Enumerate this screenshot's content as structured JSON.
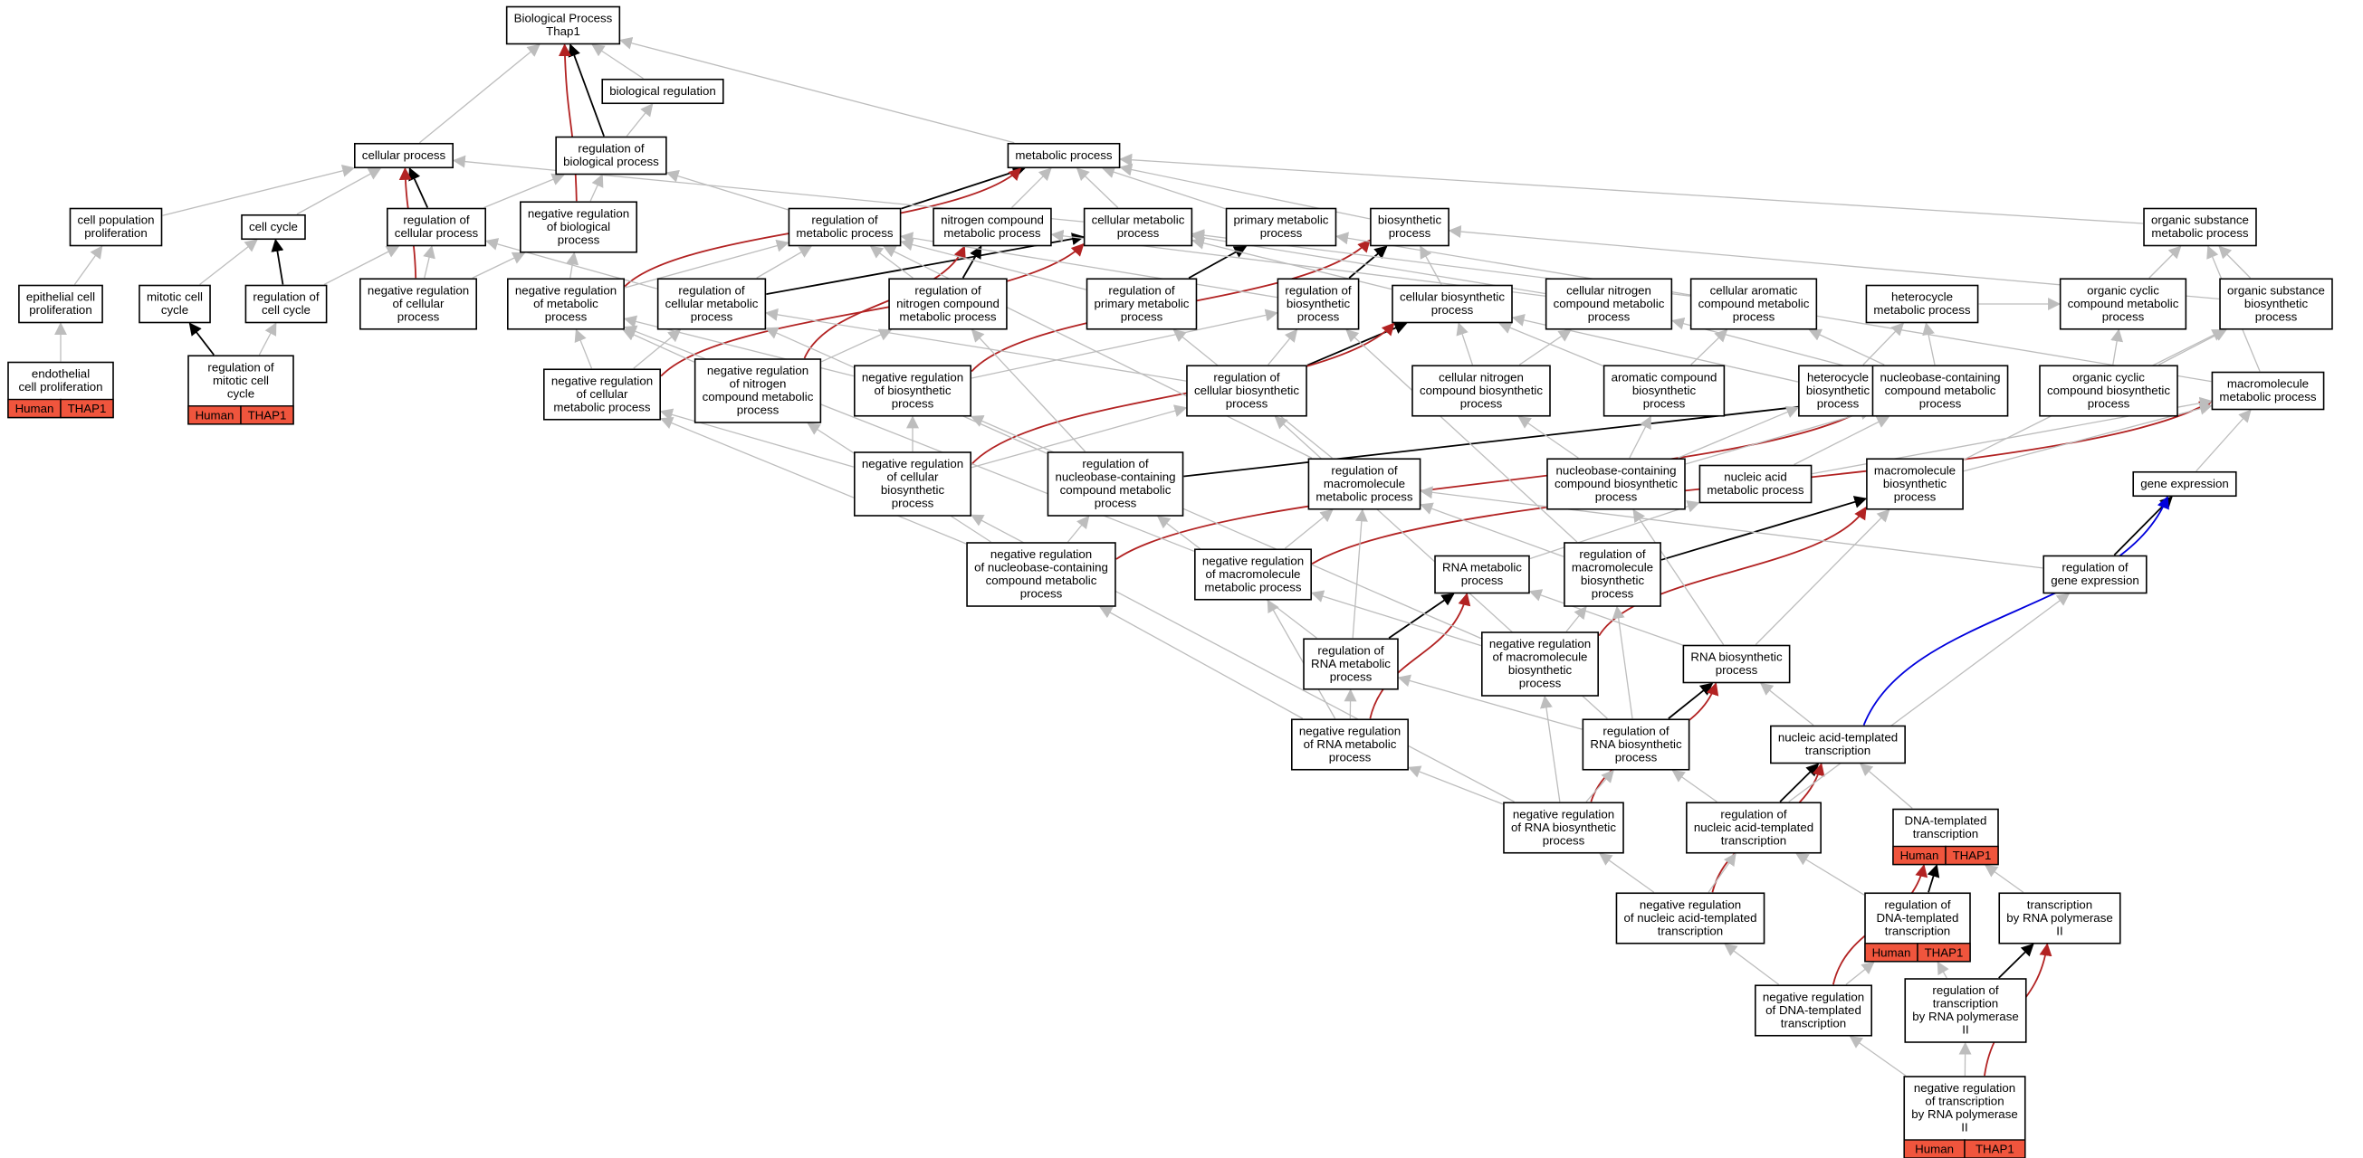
{
  "colors": {
    "is_a": "#bdbdbd",
    "part_of": "#000000",
    "negatively_regulates": "#b22222",
    "regulates": "#0000dd",
    "annotation_fill": "#f0553d"
  },
  "nodes": [
    {
      "id": "bp",
      "lines": [
        "Biological Process",
        "Thap1"
      ]
    },
    {
      "id": "bioreg",
      "lines": [
        "biological regulation"
      ]
    },
    {
      "id": "cellproc",
      "lines": [
        "cellular process"
      ]
    },
    {
      "id": "regbio",
      "lines": [
        "regulation of",
        "biological process"
      ]
    },
    {
      "id": "metab",
      "lines": [
        "metabolic process"
      ]
    },
    {
      "id": "cellpop",
      "lines": [
        "cell population",
        "proliferation"
      ]
    },
    {
      "id": "cellcycle",
      "lines": [
        "cell cycle"
      ]
    },
    {
      "id": "regcell",
      "lines": [
        "regulation of",
        "cellular process"
      ]
    },
    {
      "id": "negregbio",
      "lines": [
        "negative regulation",
        "of biological",
        "process"
      ]
    },
    {
      "id": "regmet",
      "lines": [
        "regulation of",
        "metabolic process"
      ]
    },
    {
      "id": "nitro",
      "lines": [
        "nitrogen compound",
        "metabolic process"
      ]
    },
    {
      "id": "cellmet",
      "lines": [
        "cellular metabolic",
        "process"
      ]
    },
    {
      "id": "primmet",
      "lines": [
        "primary metabolic",
        "process"
      ]
    },
    {
      "id": "biosyn",
      "lines": [
        "biosynthetic",
        "process"
      ]
    },
    {
      "id": "orgsub",
      "lines": [
        "organic substance",
        "metabolic process"
      ]
    },
    {
      "id": "epith",
      "lines": [
        "epithelial cell",
        "proliferation"
      ]
    },
    {
      "id": "mitotic",
      "lines": [
        "mitotic cell",
        "cycle"
      ]
    },
    {
      "id": "regcc",
      "lines": [
        "regulation of",
        "cell cycle"
      ]
    },
    {
      "id": "negregcell",
      "lines": [
        "negative regulation",
        "of cellular",
        "process"
      ]
    },
    {
      "id": "negregmet",
      "lines": [
        "negative regulation",
        "of metabolic",
        "process"
      ]
    },
    {
      "id": "regcellmet",
      "lines": [
        "regulation of",
        "cellular metabolic",
        "process"
      ]
    },
    {
      "id": "regnitro",
      "lines": [
        "regulation of",
        "nitrogen compound",
        "metabolic process"
      ]
    },
    {
      "id": "regprim",
      "lines": [
        "regulation of",
        "primary metabolic",
        "process"
      ]
    },
    {
      "id": "regbiosyn",
      "lines": [
        "regulation of",
        "biosynthetic",
        "process"
      ]
    },
    {
      "id": "cellbiosyn",
      "lines": [
        "cellular biosynthetic",
        "process"
      ]
    },
    {
      "id": "cellnitro",
      "lines": [
        "cellular nitrogen",
        "compound metabolic",
        "process"
      ]
    },
    {
      "id": "cellarom",
      "lines": [
        "cellular aromatic",
        "compound metabolic",
        "process"
      ]
    },
    {
      "id": "hetero",
      "lines": [
        "heterocycle",
        "metabolic process"
      ]
    },
    {
      "id": "orgcyc",
      "lines": [
        "organic cyclic",
        "compound metabolic",
        "process"
      ]
    },
    {
      "id": "orgsubbio",
      "lines": [
        "organic substance",
        "biosynthetic",
        "process"
      ]
    },
    {
      "id": "endo",
      "lines": [
        "endothelial",
        "cell proliferation"
      ],
      "tags": [
        "Human",
        "THAP1"
      ]
    },
    {
      "id": "regmitotic",
      "lines": [
        "regulation of",
        "mitotic cell",
        "cycle"
      ],
      "tags": [
        "Human",
        "THAP1"
      ]
    },
    {
      "id": "negregcellmet",
      "lines": [
        "negative regulation",
        "of cellular",
        "metabolic process"
      ]
    },
    {
      "id": "negregnitro",
      "lines": [
        "negative regulation",
        "of nitrogen",
        "compound metabolic",
        "process"
      ]
    },
    {
      "id": "negregbiosyn",
      "lines": [
        "negative regulation",
        "of biosynthetic",
        "process"
      ]
    },
    {
      "id": "regcellbiosyn",
      "lines": [
        "regulation of",
        "cellular biosynthetic",
        "process"
      ]
    },
    {
      "id": "cellnitrobio",
      "lines": [
        "cellular nitrogen",
        "compound biosynthetic",
        "process"
      ]
    },
    {
      "id": "arombio",
      "lines": [
        "aromatic compound",
        "biosynthetic",
        "process"
      ]
    },
    {
      "id": "heterobio",
      "lines": [
        "heterocycle",
        "biosynthetic",
        "process"
      ]
    },
    {
      "id": "nucleobase",
      "lines": [
        "nucleobase-containing",
        "compound metabolic",
        "process"
      ]
    },
    {
      "id": "orgcycbio",
      "lines": [
        "organic cyclic",
        "compound biosynthetic",
        "process"
      ]
    },
    {
      "id": "macromet",
      "lines": [
        "macromolecule",
        "metabolic process"
      ]
    },
    {
      "id": "negregcellbio",
      "lines": [
        "negative regulation",
        "of cellular",
        "biosynthetic",
        "process"
      ]
    },
    {
      "id": "regnucleo",
      "lines": [
        "regulation of",
        "nucleobase-containing",
        "compound metabolic",
        "process"
      ]
    },
    {
      "id": "regmacromet",
      "lines": [
        "regulation of",
        "macromolecule",
        "metabolic process"
      ]
    },
    {
      "id": "nucleobio",
      "lines": [
        "nucleobase-containing",
        "compound biosynthetic",
        "process"
      ]
    },
    {
      "id": "nucacid",
      "lines": [
        "nucleic acid",
        "metabolic process"
      ]
    },
    {
      "id": "macrobio",
      "lines": [
        "macromolecule",
        "biosynthetic",
        "process"
      ]
    },
    {
      "id": "geneexp",
      "lines": [
        "gene expression"
      ]
    },
    {
      "id": "negregnucleo",
      "lines": [
        "negative regulation",
        "of nucleobase-containing",
        "compound metabolic",
        "process"
      ]
    },
    {
      "id": "negregmacromet",
      "lines": [
        "negative regulation",
        "of macromolecule",
        "metabolic process"
      ]
    },
    {
      "id": "rnamet",
      "lines": [
        "RNA metabolic",
        "process"
      ]
    },
    {
      "id": "regmacrobio",
      "lines": [
        "regulation of",
        "macromolecule",
        "biosynthetic",
        "process"
      ]
    },
    {
      "id": "reggeneexp",
      "lines": [
        "regulation of",
        "gene expression"
      ]
    },
    {
      "id": "regrnamet",
      "lines": [
        "regulation of",
        "RNA metabolic",
        "process"
      ]
    },
    {
      "id": "negregmacrobio",
      "lines": [
        "negative regulation",
        "of macromolecule",
        "biosynthetic",
        "process"
      ]
    },
    {
      "id": "rnabio",
      "lines": [
        "RNA biosynthetic",
        "process"
      ]
    },
    {
      "id": "negregrnamet",
      "lines": [
        "negative regulation",
        "of RNA metabolic",
        "process"
      ]
    },
    {
      "id": "regrnabio",
      "lines": [
        "regulation of",
        "RNA biosynthetic",
        "process"
      ]
    },
    {
      "id": "nuctrans",
      "lines": [
        "nucleic acid-templated",
        "transcription"
      ]
    },
    {
      "id": "negregrnabio",
      "lines": [
        "negative regulation",
        "of RNA biosynthetic",
        "process"
      ]
    },
    {
      "id": "regnuctrans",
      "lines": [
        "regulation of",
        "nucleic acid-templated",
        "transcription"
      ]
    },
    {
      "id": "dnatrans",
      "lines": [
        "DNA-templated",
        "transcription"
      ],
      "tags": [
        "Human",
        "THAP1"
      ]
    },
    {
      "id": "negregnuctrans",
      "lines": [
        "negative regulation",
        "of nucleic acid-templated",
        "transcription"
      ]
    },
    {
      "id": "regdnatrans",
      "lines": [
        "regulation of",
        "DNA-templated",
        "transcription"
      ],
      "tags": [
        "Human",
        "THAP1"
      ]
    },
    {
      "id": "transpol2",
      "lines": [
        "transcription",
        "by RNA polymerase",
        "II"
      ]
    },
    {
      "id": "negregdnatrans",
      "lines": [
        "negative regulation",
        "of DNA-templated",
        "transcription"
      ]
    },
    {
      "id": "regtranspol2",
      "lines": [
        "regulation of",
        "transcription",
        "by RNA polymerase",
        "II"
      ]
    },
    {
      "id": "negregtranspol2",
      "lines": [
        "negative regulation",
        "of transcription",
        "by RNA polymerase",
        "II"
      ],
      "tags": [
        "Human",
        "THAP1"
      ]
    }
  ]
}
